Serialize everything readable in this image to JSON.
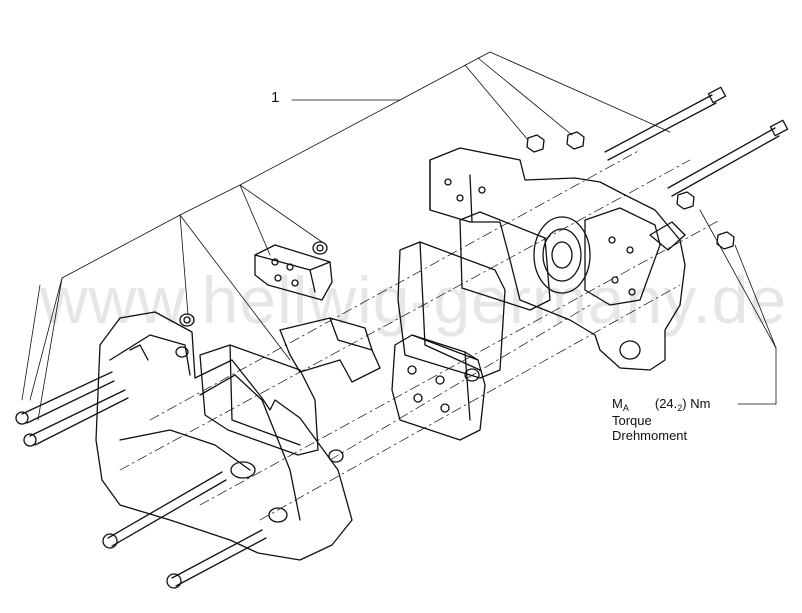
{
  "callout": {
    "number": "1"
  },
  "torque": {
    "symbol": "M",
    "symbol_sub": "A",
    "value_prefix": "(24.",
    "value_sub": "2",
    "value_suffix": ") Nm",
    "label_en": "Torque",
    "label_de": "Drehmoment"
  },
  "watermark": "www.hellwig-germany.de"
}
